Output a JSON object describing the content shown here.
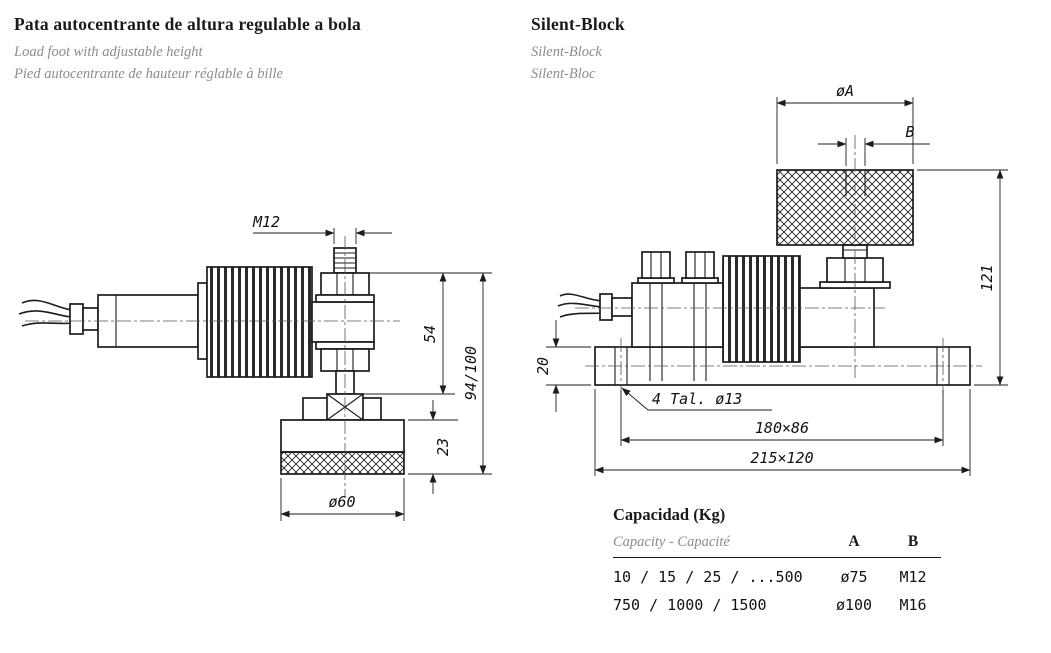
{
  "left_panel": {
    "title": "Pata autocentrante de altura regulable a bola",
    "subtitle_en": "Load foot with adjustable height",
    "subtitle_fr": "Pied autocentrante de hauteur réglable à bille",
    "dims": {
      "thread": "M12",
      "height_upper": "54",
      "height_total": "94/100",
      "foot_height": "23",
      "foot_diameter": "ø60"
    }
  },
  "right_panel": {
    "title": "Silent-Block",
    "subtitle_en": "Silent-Block",
    "subtitle_fr": "Silent-Bloc",
    "dims": {
      "diameter_a": "øA",
      "thread_b": "B",
      "height_total": "121",
      "plate_thickness": "20",
      "holes": "4 Tal. ø13",
      "hole_spacing": "180×86",
      "plate_size": "215×120"
    }
  },
  "table": {
    "title": "Capacidad (Kg)",
    "subtitle": "Capacity - Capacité",
    "columns": {
      "a": "A",
      "b": "B"
    },
    "rows": [
      {
        "capacity": "10 / 15 / 25 / ...500",
        "a": "ø75",
        "b": "M12"
      },
      {
        "capacity": "750 / 1000 / 1500",
        "a": "ø100",
        "b": "M16"
      }
    ]
  },
  "colors": {
    "line": "#1c1c1c",
    "text": "#111111",
    "muted": "#8c8c8c",
    "background": "#ffffff"
  }
}
